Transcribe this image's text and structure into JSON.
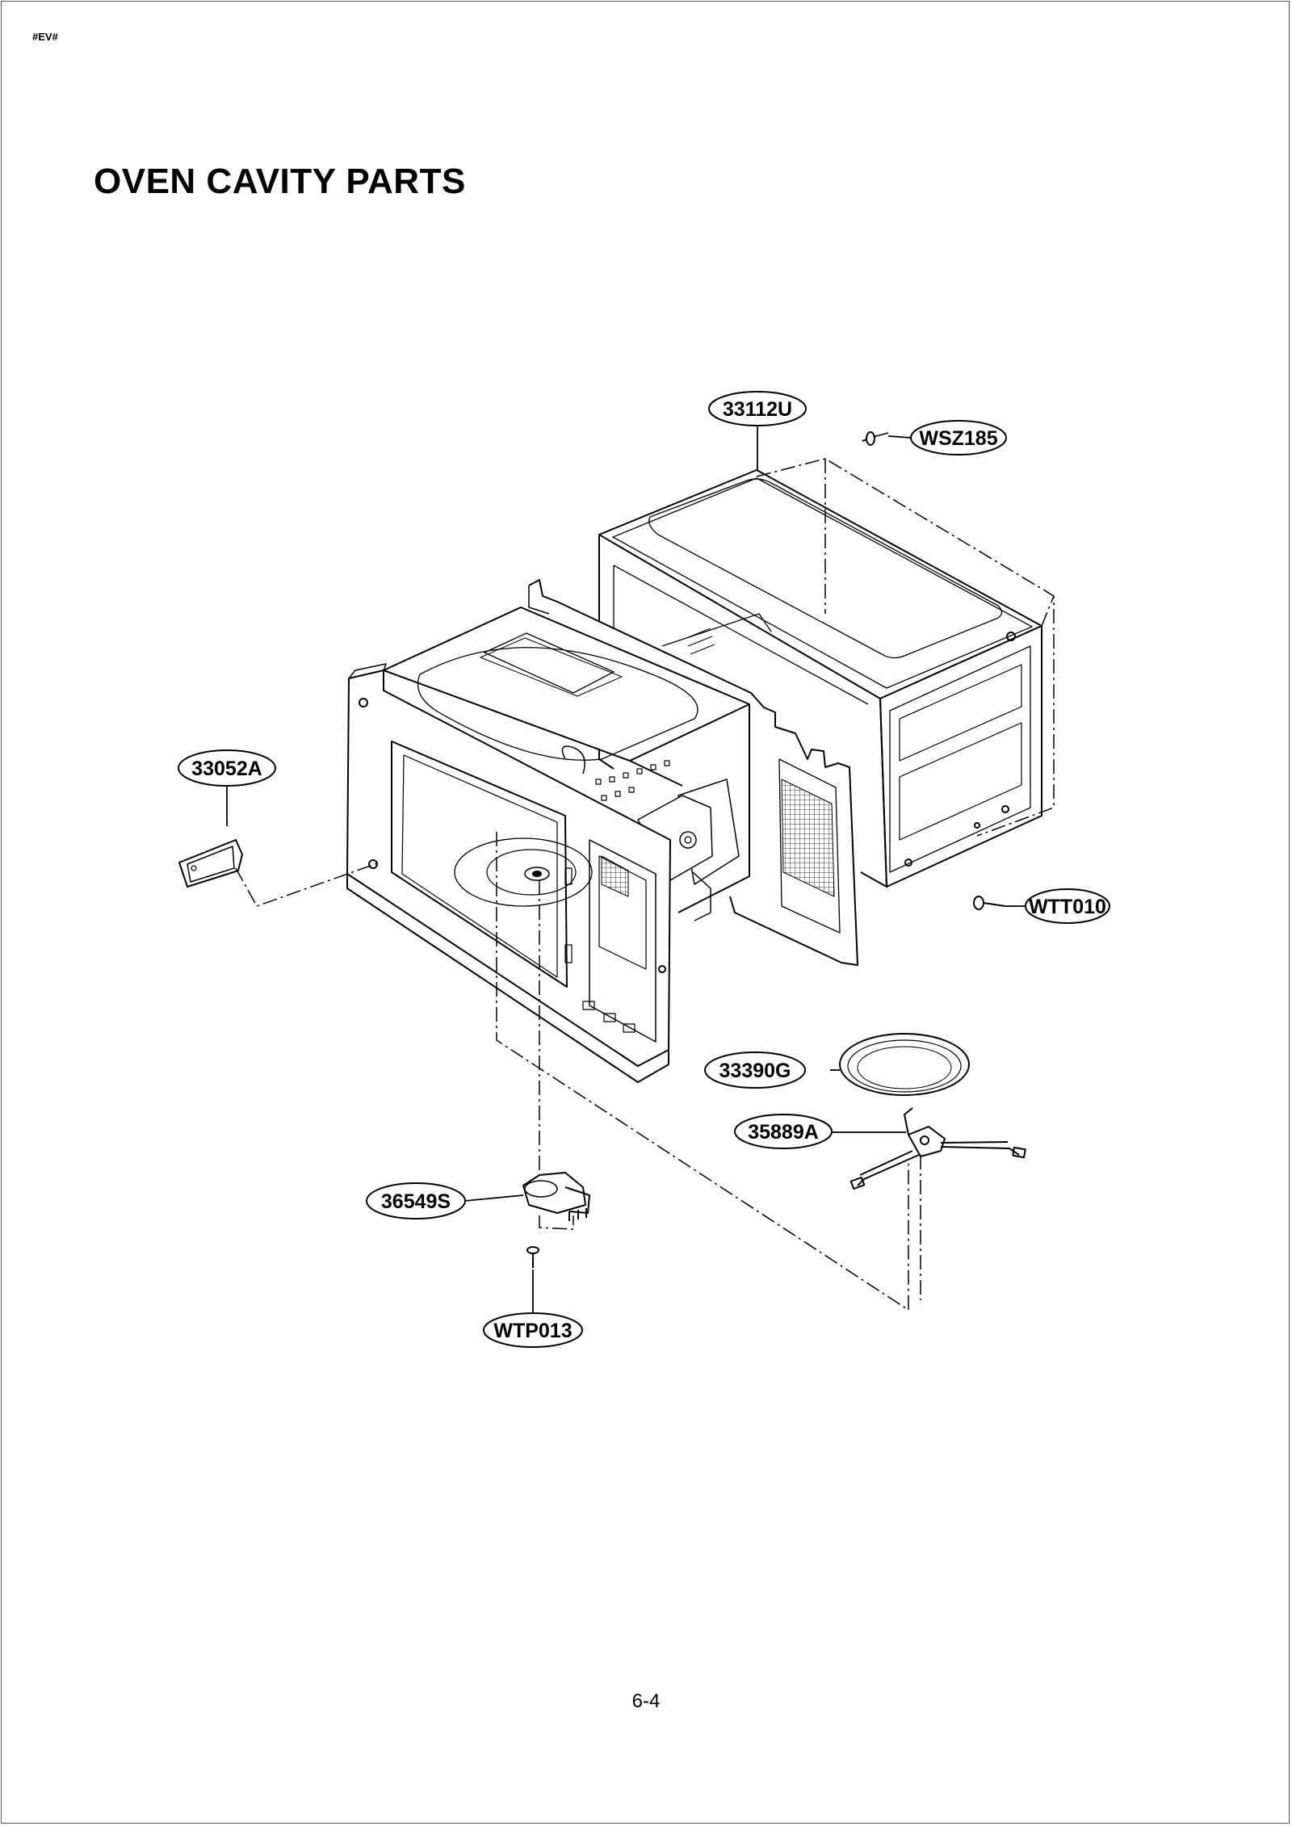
{
  "document": {
    "code": "#EV#",
    "title": "OVEN CAVITY PARTS",
    "page_number": "6-4"
  },
  "parts": [
    {
      "id": "p-33112u",
      "label": "33112U"
    },
    {
      "id": "p-wsz185",
      "label": "WSZ185"
    },
    {
      "id": "p-33052a",
      "label": "33052A"
    },
    {
      "id": "p-wtt010",
      "label": "WTT010"
    },
    {
      "id": "p-33390g",
      "label": "33390G"
    },
    {
      "id": "p-35889a",
      "label": "35889A"
    },
    {
      "id": "p-36549s",
      "label": "36549S"
    },
    {
      "id": "p-wtp013",
      "label": "WTP013"
    }
  ]
}
